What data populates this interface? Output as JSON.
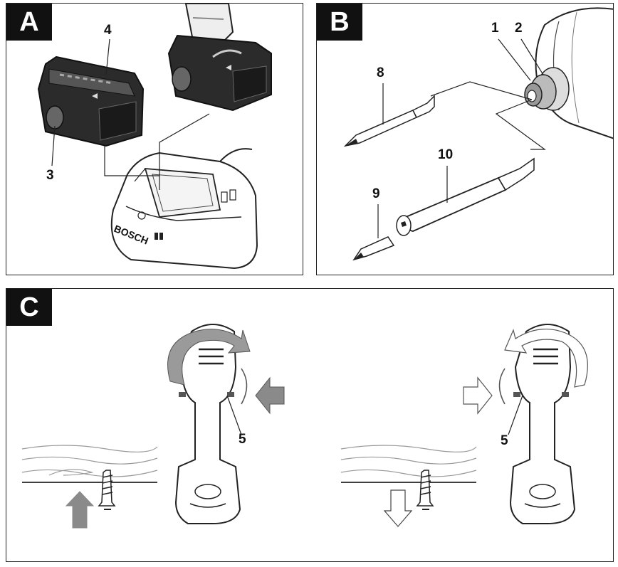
{
  "panels": {
    "a": {
      "letter": "A"
    },
    "b": {
      "letter": "B"
    },
    "c": {
      "letter": "C"
    }
  },
  "callouts": {
    "n1": "1",
    "n2": "2",
    "n3": "3",
    "n4": "4",
    "n5_left": "5",
    "n5_right": "5",
    "n8": "8",
    "n9": "9",
    "n10": "10"
  },
  "charger": {
    "brand": "BOSCH"
  },
  "colors": {
    "ink": "#111111",
    "battery_dark": "#2b2b2b",
    "arrow_gray": "#8a8a8a",
    "arrow_light": "#ffffff"
  }
}
